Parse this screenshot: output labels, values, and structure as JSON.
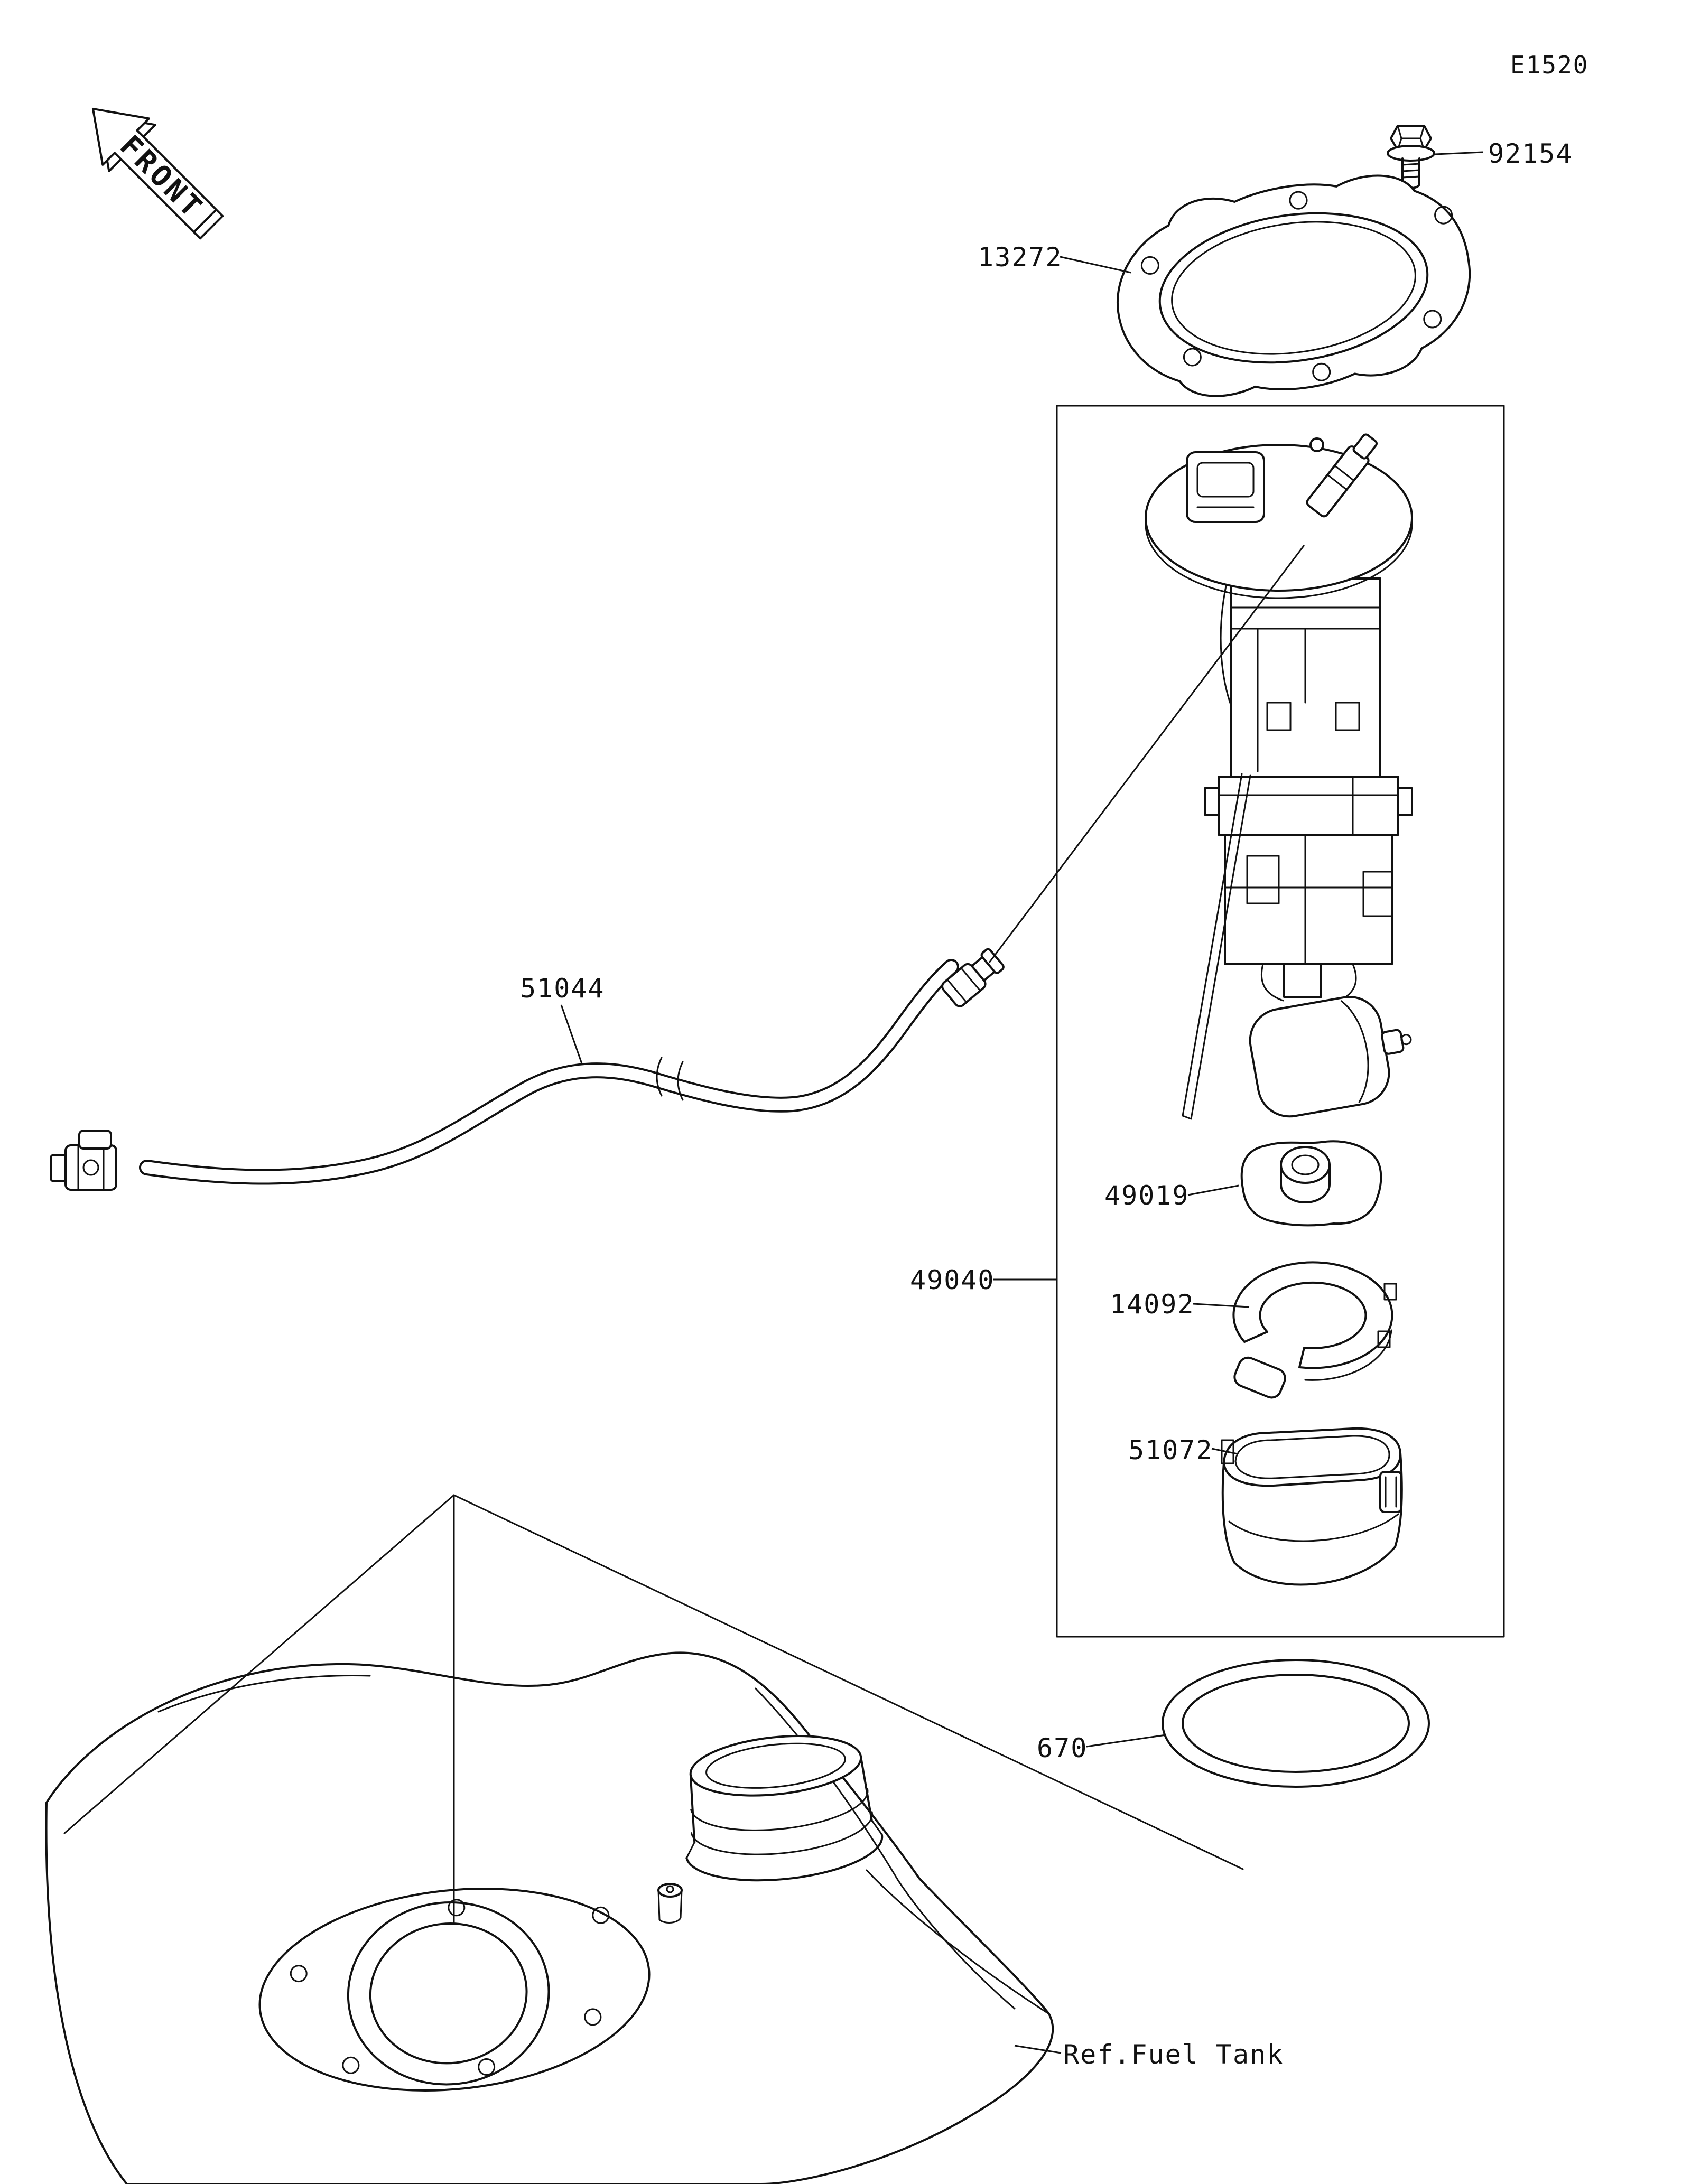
{
  "page": {
    "code": "E1520",
    "front_label": "FRONT",
    "ref_fuel_tank": "Ref.Fuel Tank"
  },
  "labels": {
    "bolt": "92154",
    "gasket": "13272",
    "hose": "51044",
    "damper": "49019",
    "pump_assembly": "49040",
    "holder": "14092",
    "case": "51072",
    "oring": "670"
  }
}
